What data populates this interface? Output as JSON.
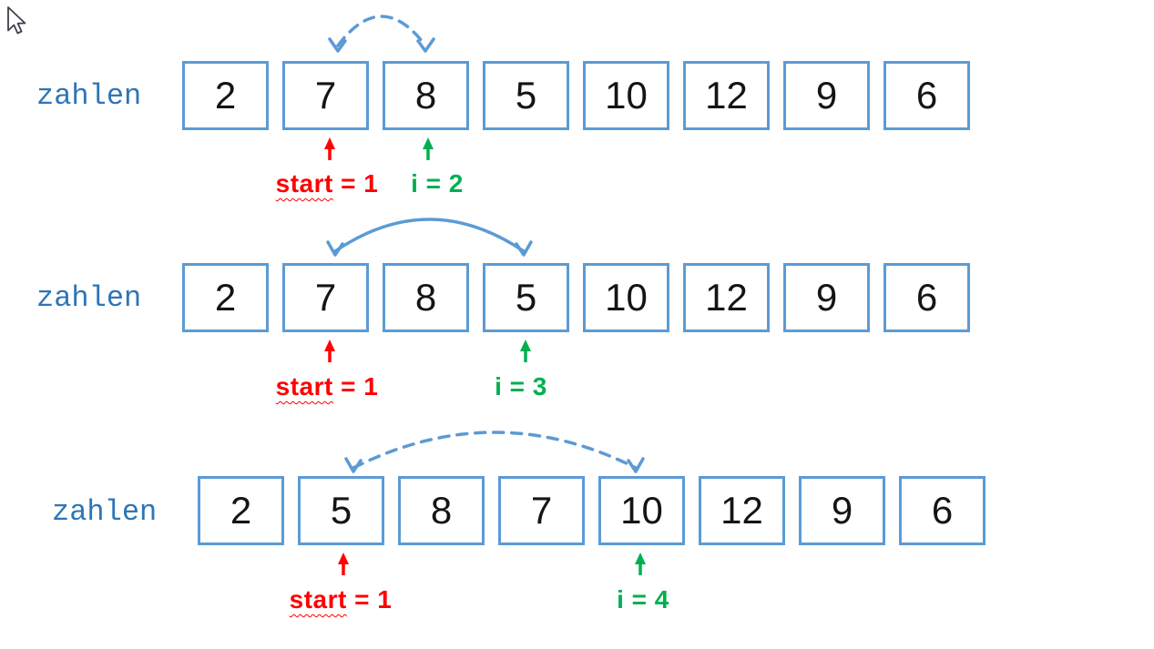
{
  "slide": {
    "description": "Selection sort swap steps on array 'zahlen'",
    "colors": {
      "box_border": "#5B9BD5",
      "arc_blue": "#5B9BD5",
      "array_name_blue": "#2E75B6",
      "start_pointer_red": "#FF0000",
      "index_pointer_green": "#00B050"
    }
  },
  "rows": [
    {
      "label": "zahlen",
      "values": [
        "2",
        "7",
        "8",
        "5",
        "10",
        "12",
        "9",
        "6"
      ],
      "start_word": "start",
      "start_rest": "= 1",
      "i_label": "i = 2",
      "arc": {
        "style": "dashed",
        "connects_indices": [
          1,
          2
        ],
        "connects_values": [
          "7",
          "8"
        ]
      }
    },
    {
      "label": "zahlen",
      "values": [
        "2",
        "7",
        "8",
        "5",
        "10",
        "12",
        "9",
        "6"
      ],
      "start_word": "start",
      "start_rest": "= 1",
      "i_label": "i = 3",
      "arc": {
        "style": "solid",
        "connects_indices": [
          1,
          3
        ],
        "connects_values": [
          "7",
          "5"
        ]
      }
    },
    {
      "label": "zahlen",
      "values": [
        "2",
        "5",
        "8",
        "7",
        "10",
        "12",
        "9",
        "6"
      ],
      "start_word": "start",
      "start_rest": "= 1",
      "i_label": "i = 4",
      "arc": {
        "style": "dashed",
        "connects_indices": [
          1,
          4
        ],
        "connects_values": [
          "5",
          "10"
        ]
      }
    }
  ]
}
